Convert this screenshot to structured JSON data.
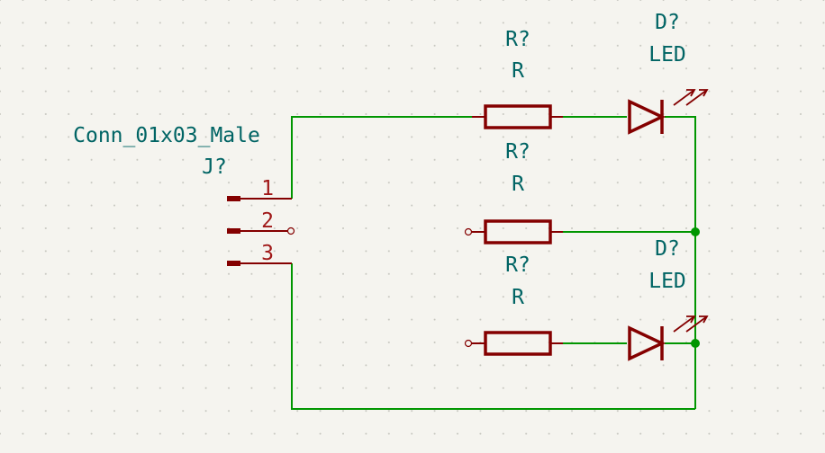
{
  "colors": {
    "background": "#f5f4ef",
    "grid_dot": "#c4c4bd",
    "wire": "#009600",
    "junction": "#009600",
    "symbol_body": "#840000",
    "reference_text": "#006464",
    "pin_number_text": "#a01818"
  },
  "connector": {
    "name": "Conn_01x03_Male",
    "ref": "J?",
    "pins": [
      "1",
      "2",
      "3"
    ]
  },
  "resistors": [
    {
      "ref": "R?",
      "value": "R"
    },
    {
      "ref": "R?",
      "value": "R"
    },
    {
      "ref": "R?",
      "value": "R"
    }
  ],
  "leds": [
    {
      "ref": "D?",
      "value": "LED"
    },
    {
      "ref": "D?",
      "value": "LED"
    }
  ]
}
